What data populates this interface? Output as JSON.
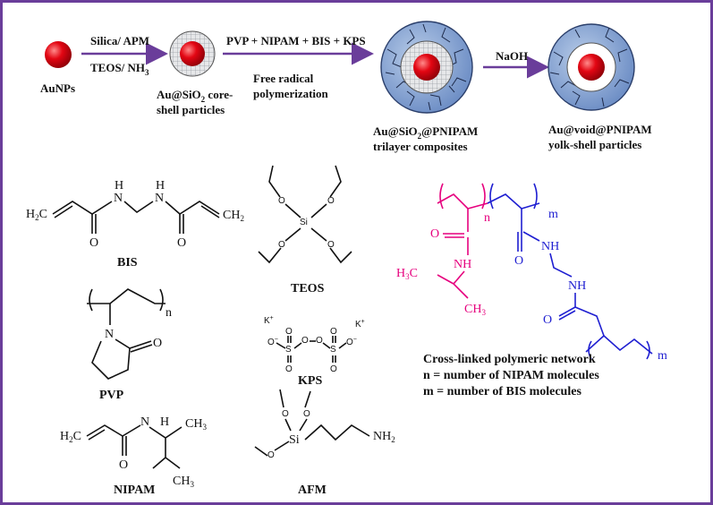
{
  "scheme": {
    "aunps_label": "AuNPs",
    "step1_top": "Silica/ APM",
    "step1_bottom": "TEOS/ NH",
    "step1_bottom_sub": "3",
    "core_shell_label_l1": "Au@SiO",
    "core_shell_label_l1_sub": "2",
    "core_shell_label_l1_tail": " core-",
    "core_shell_label_l2": "shell particles",
    "step2_top": "PVP + NIPAM + BIS + KPS",
    "step2_bottom_l1": "Free radical",
    "step2_bottom_l2": "polymerization",
    "trilayer_l1_a": "Au@SiO",
    "trilayer_l1_sub": "2",
    "trilayer_l1_b": "@PNIPAM",
    "trilayer_l2": "trilayer composites",
    "step3_top": "NaOH",
    "yolk_l1": "Au@void@PNIPAM",
    "yolk_l2": "yolk-shell particles"
  },
  "structures": {
    "bis": "BIS",
    "teos": "TEOS",
    "pvp": "PVP",
    "kps": "KPS",
    "nipam": "NIPAM",
    "afm": "AFM"
  },
  "network": {
    "title": "Cross-linked polymeric network",
    "line_n": "n = number of NIPAM molecules",
    "line_m": "m = number of BIS molecules"
  },
  "colors": {
    "frame": "#6a3d9a",
    "arrow": "#6a3d9a",
    "gold_core": "#e30613",
    "nipam_pink": "#e6007e",
    "bis_blue": "#1f1fd1",
    "silica": "#bfc3c8",
    "pnipam_shell": "#7f9fd0"
  }
}
